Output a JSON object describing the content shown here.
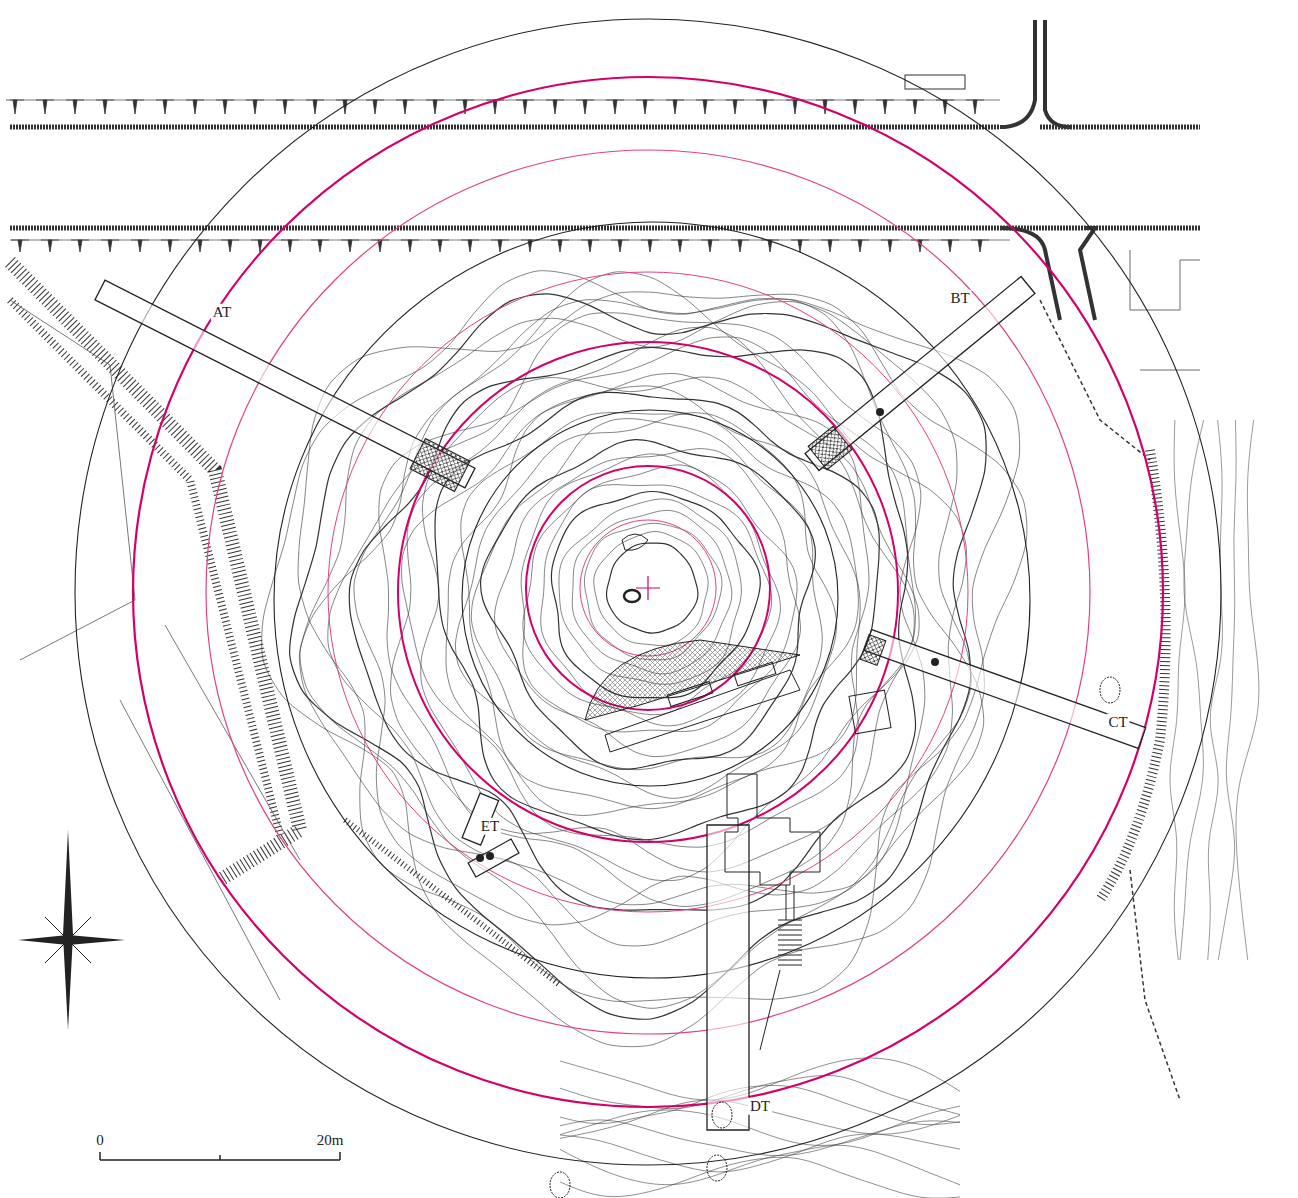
{
  "diagram": {
    "labels": [
      "AT",
      "BT",
      "CT",
      "ET",
      "DT",
      "0",
      "20m"
    ]
  }
}
